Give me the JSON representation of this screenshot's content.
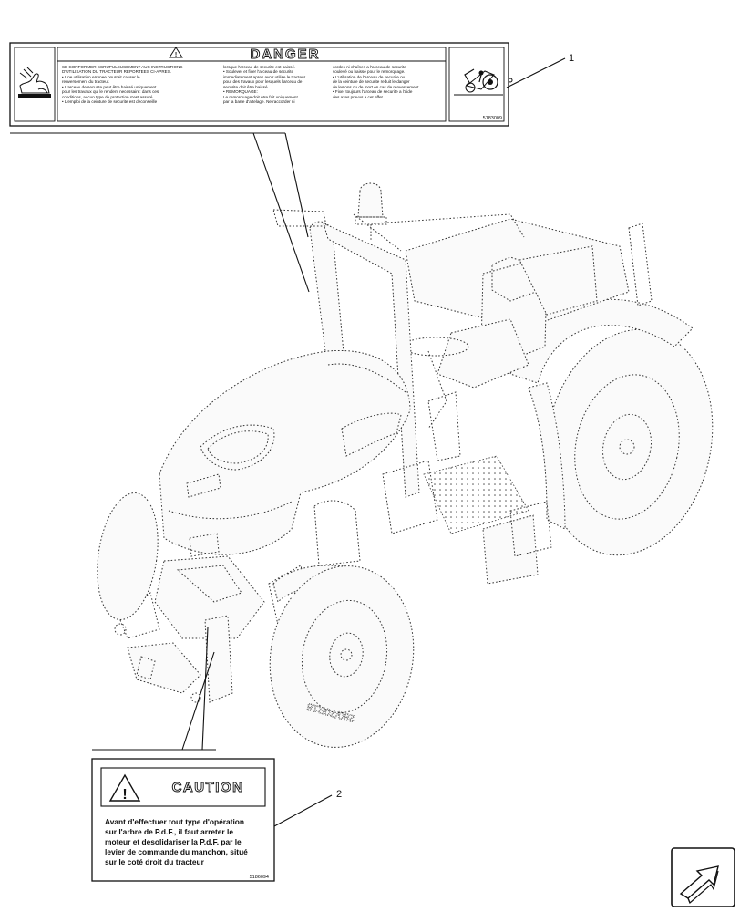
{
  "danger_label": {
    "heading": "DANGER",
    "columns": [
      [
        "SE CONFORMER SCRUPULEUSEMENT AUX INSTRUCTIONS",
        "D'UTILISATION DU TRACTEUR REPORTEES CI-APRES.",
        "• Une utilisation erronee pourrait causer le",
        "  renversement du tracteur.",
        "• L'arceau de securite peut être baissé uniquement",
        "  pour les travaux qui le rendent necessaire: dans ces",
        "  conditions, aucun type de protection n'est assuré.",
        "• L'emploi de la ceinture de securite est deconseille"
      ],
      [
        "lorsque l'arceau de securite est baissé.",
        "• Soulever et fixer l'arceau de securite",
        "  immediatement apres avoir utilise le tracteur",
        "  pour des travaux pour lesquels l'arceau de",
        "  securite doit être baissé.",
        "• REMORQUAGE:",
        "  Le remorquage doit être fait uniquement",
        "  par la barre d'attelage. Ne raccorder ni"
      ],
      [
        "cordes ni chaînes a l'arceau de securite",
        "soulevé ou baissé pour le remorquage.",
        "• L'utilisation de l'arceau de securite ou",
        "  de la ceinture de securite reduit le danger",
        "  de lesions ou de mort en cas de renversement.",
        "• Fixer toujours l'arceau de securite a l'aide",
        "  des axes prevus a cet effet."
      ]
    ],
    "part_number": "5183009"
  },
  "caution_label": {
    "heading": "CAUTION",
    "lines": [
      "Avant d'effectuer tout type d'opération",
      "sur l'arbre de P.d.F., il faut arreter le",
      "moteur et desolidariser la P.d.F. par le",
      "levier de commande du manchon, situé",
      "sur le coté droit du tracteur"
    ],
    "part_number": "5186094"
  },
  "callouts": {
    "one": "1",
    "two": "2"
  },
  "tractor": {
    "tire_marking": "280/70R18"
  },
  "icons": {
    "danger_left": "hand-crush-icon",
    "danger_right": "tractor-rollover-icon",
    "warning": "warning-triangle-icon",
    "navigation": "next-page-arrow-icon"
  },
  "colors": {
    "ink": "#111111",
    "paper": "#ffffff"
  }
}
